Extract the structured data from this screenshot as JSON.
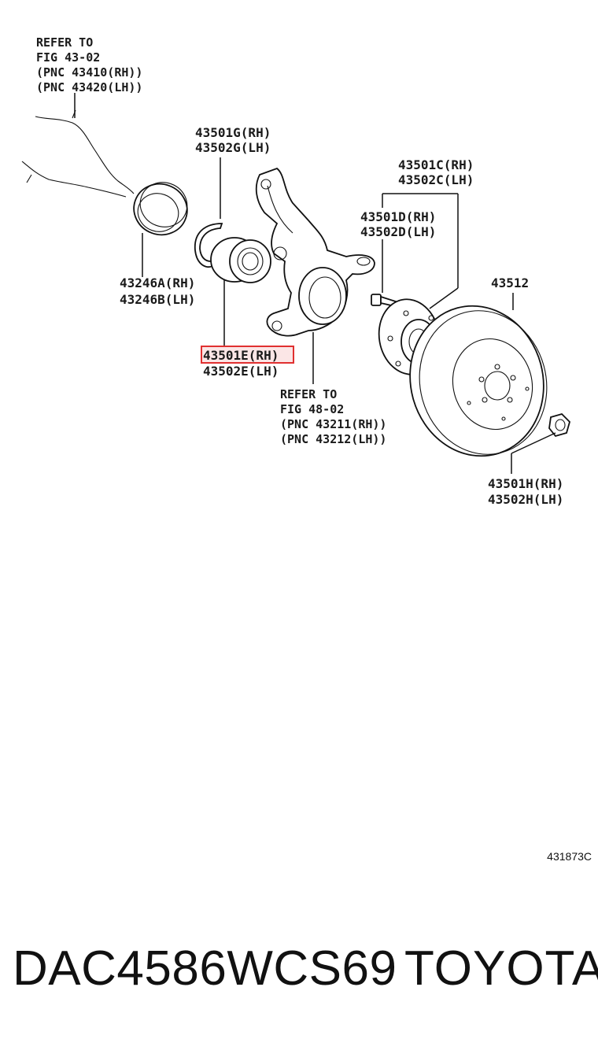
{
  "callouts": {
    "hand": {
      "l1": "REFER TO",
      "l2": "FIG 43-02",
      "l3": "(PNC 43410(RH))",
      "l4": "(PNC 43420(LH))"
    },
    "knuckle": {
      "l1": "REFER TO",
      "l2": "FIG 48-02",
      "l3": "(PNC 43211(RH))",
      "l4": "(PNC 43212(LH))"
    }
  },
  "labels": {
    "g_rh": "43501G(RH)",
    "g_lh": "43502G(LH)",
    "c_rh": "43501C(RH)",
    "c_lh": "43502C(LH)",
    "d_rh": "43501D(RH)",
    "d_lh": "43502D(LH)",
    "a_rh": "43246A(RH)",
    "b_lh": "43246B(LH)",
    "e_rh": "43501E(RH)",
    "e_lh": "43502E(LH)",
    "disc": "43512",
    "h_rh": "43501H(RH)",
    "h_lh": "43502H(LH)"
  },
  "highlight_color": "#e03030",
  "diagram_id": "431873C",
  "caption": {
    "part_number": "DAC4586WCS69",
    "brand": "TOYOTA"
  }
}
